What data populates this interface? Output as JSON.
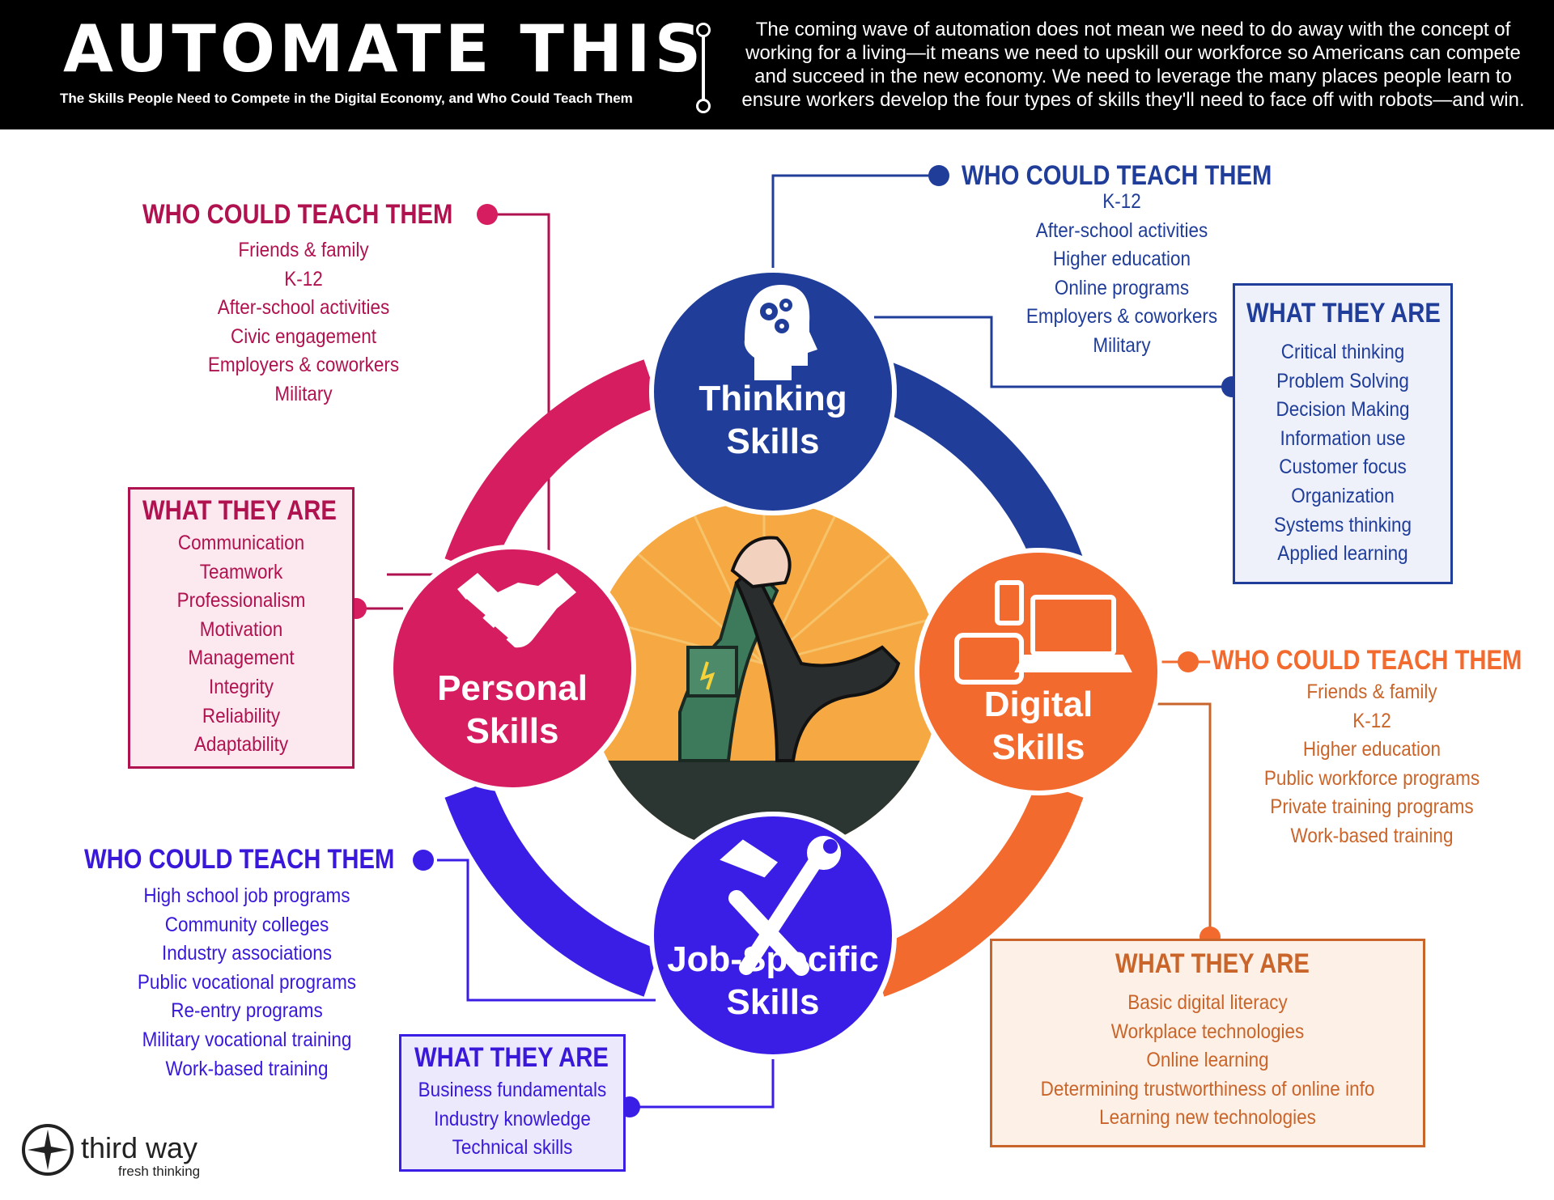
{
  "header": {
    "title": "AUTOMATE THIS",
    "subtitle": "The Skills People Need to Compete in the Digital Economy, and Who Could Teach Them",
    "intro": "The coming wave of automation does not mean we need to do away with the concept of working for a living—it means we need to upskill our workforce so Americans can compete and succeed in the new economy. We need to leverage the many places people learn to ensure workers develop the four types of skills they'll need to face off with robots—and win."
  },
  "colors": {
    "thinking": "#1f3d99",
    "personal": "#d61d5f",
    "digital": "#f26a2e",
    "job": "#3a1ee6",
    "personal_text": "#b0124f",
    "thinking_text": "#1f3d99",
    "digital_text": "#c9652a",
    "job_text": "#3a18d9"
  },
  "skills": {
    "thinking": {
      "label_line1": "Thinking",
      "label_line2": "Skills",
      "icon": "brain-gears-icon",
      "teach_title": "WHO COULD TEACH THEM",
      "teachers": [
        "K-12",
        "After-school activities",
        "Higher education",
        "Online programs",
        "Employers & coworkers",
        "Military"
      ],
      "what_title": "WHAT THEY ARE",
      "items": [
        "Critical thinking",
        "Problem Solving",
        "Decision Making",
        "Information use",
        "Customer focus",
        "Organization",
        "Systems thinking",
        "Applied learning"
      ]
    },
    "personal": {
      "label_line1": "Personal",
      "label_line2": "Skills",
      "icon": "handshake-icon",
      "teach_title": "WHO COULD TEACH THEM",
      "teachers": [
        "Friends & family",
        "K-12",
        "After-school activities",
        "Civic engagement",
        "Employers & coworkers",
        "Military"
      ],
      "what_title": "WHAT THEY ARE",
      "items": [
        "Communication",
        "Teamwork",
        "Professionalism",
        "Motivation",
        "Management",
        "Integrity",
        "Reliability",
        "Adaptability"
      ]
    },
    "digital": {
      "label_line1": "Digital",
      "label_line2": "Skills",
      "icon": "devices-icon",
      "teach_title": "WHO COULD TEACH THEM",
      "teachers": [
        "Friends & family",
        "K-12",
        "Higher education",
        "Public workforce programs",
        "Private training programs",
        "Work-based training"
      ],
      "what_title": "WHAT THEY ARE",
      "items": [
        "Basic digital literacy",
        "Workplace technologies",
        "Online learning",
        "Determining trustworthiness of online info",
        "Learning new technologies"
      ]
    },
    "job": {
      "label_line1": "Job-Specific",
      "label_line2": "Skills",
      "icon": "hammer-wrench-icon",
      "teach_title": "WHO COULD TEACH THEM",
      "teachers": [
        "High school job programs",
        "Community colleges",
        "Industry associations",
        "Public vocational programs",
        "Re-entry programs",
        "Military vocational training",
        "Work-based training"
      ],
      "what_title": "WHAT THEY ARE",
      "items": [
        "Business fundamentals",
        "Industry knowledge",
        "Technical skills"
      ]
    }
  },
  "center_illustration": "robot-arm-wrestling-icon",
  "logo": {
    "name": "third way",
    "tagline": "fresh thinking",
    "icon": "compass-star-icon"
  }
}
